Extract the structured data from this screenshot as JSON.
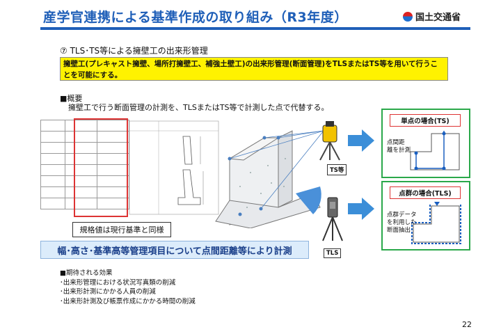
{
  "header": {
    "title": "産学官連携による基準作成の取り組み（R3年度）",
    "logo_text": "国土交通省"
  },
  "section_title": "⑦  TLS･TS等による擁壁工の出来形管理",
  "highlight_text": "擁壁工(プレキャスト擁壁、場所打擁壁工、補強土壁工)の出来形管理(断面管理)をTLSまたはTS等を用いて行うことを可能にする。",
  "overview": {
    "heading": "■概要",
    "text": "擁壁工で行う断面管理の計測を、TLSまたはTS等で計測した点で代替する。"
  },
  "device_labels": {
    "ts": "TS等",
    "tls": "TLS"
  },
  "single_point_box": {
    "title": "単点の場合(TS)",
    "label": "点間距\n離を計測"
  },
  "point_cloud_box": {
    "title": "点群の場合(TLS)",
    "label": "点群データ\nを利用した\n断面抽出"
  },
  "spec_note": "規格値は現行基準と同様",
  "banner": "幅･高さ･基準高等管理項目について点間距離等により計測",
  "effects": {
    "heading": "■期待される効果",
    "items": [
      "･出来形管理における状況写真類の削減",
      "･出来形計測にかかる人員の削減",
      "･出来形計測及び帳票作成にかかる時間の削減"
    ]
  },
  "page_number": "22",
  "colors": {
    "title_blue": "#1f5fb8",
    "highlight_yellow": "#fff200",
    "box_green": "#2aa84a",
    "box_red": "#dd3333",
    "arrow_blue": "#3b8ed8"
  },
  "icons": [
    "ts-instrument-icon",
    "tls-scanner-icon",
    "right-arrow-icon"
  ]
}
